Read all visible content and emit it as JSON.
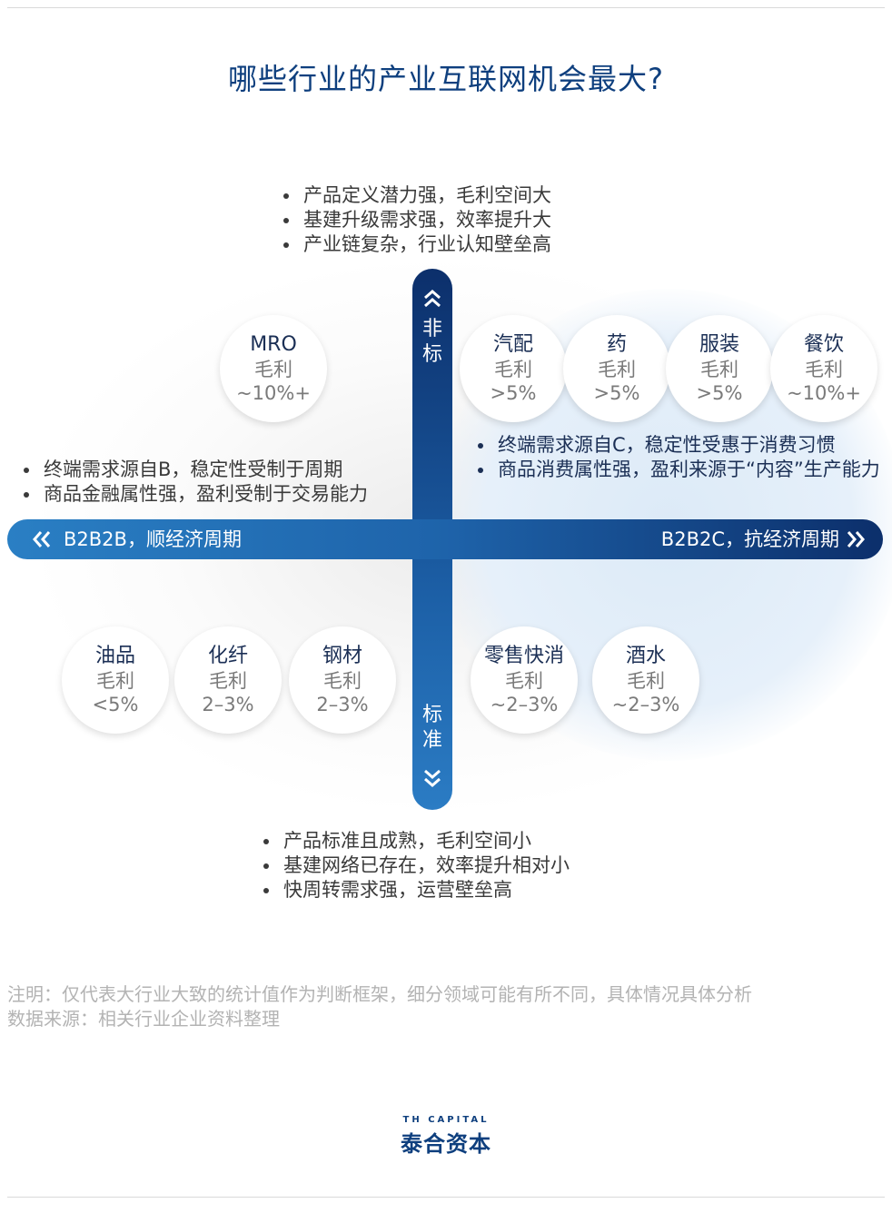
{
  "title": "哪些行业的产业互联网机会最大?",
  "axes": {
    "top": [
      "非",
      "标"
    ],
    "bottom": [
      "标",
      "准"
    ],
    "left": "B2B2B，顺经济周期",
    "right": "B2B2C，抗经济周期"
  },
  "top_bullets": [
    "产品定义潜力强，毛利空间大",
    "基建升级需求强，效率提升大",
    "产业链复杂，行业认知壁垒高"
  ],
  "bottom_bullets": [
    "产品标准且成熟，毛利空间小",
    "基建网络已存在，效率提升相对小",
    "快周转需求强，运营壁垒高"
  ],
  "left_bullets": [
    "终端需求源自B，稳定性受制于周期",
    "商品金融属性强，盈利受制于交易能力"
  ],
  "right_bullets": [
    "终端需求源自C，稳定性受惠于消费习惯",
    "商品消费属性强，盈利来源于“内容”生产能力"
  ],
  "industries": [
    {
      "name": "MRO",
      "label": "毛利",
      "margin": "~10%+"
    },
    {
      "name": "汽配",
      "label": "毛利",
      "margin": ">5%"
    },
    {
      "name": "药",
      "label": "毛利",
      "margin": ">5%"
    },
    {
      "name": "服装",
      "label": "毛利",
      "margin": ">5%"
    },
    {
      "name": "餐饮",
      "label": "毛利",
      "margin": "~10%+"
    },
    {
      "name": "油品",
      "label": "毛利",
      "margin": "<5%"
    },
    {
      "name": "化纤",
      "label": "毛利",
      "margin": "2–3%"
    },
    {
      "name": "钢材",
      "label": "毛利",
      "margin": "2–3%"
    },
    {
      "name": "零售快消",
      "label": "毛利",
      "margin": "~2–3%"
    },
    {
      "name": "酒水",
      "label": "毛利",
      "margin": "~2–3%"
    }
  ],
  "notes": {
    "note": "注明：仅代表大行业大致的统计值作为判断框架，细分领域可能有所不同，具体情况具体分析",
    "source": "数据来源：相关行业企业资料整理"
  },
  "logo": {
    "en": "TH CAPITAL",
    "cn": "泰合资本"
  },
  "colors": {
    "navy": "#0e3f7e",
    "bar_dark": "#0c2f6b",
    "bar_light": "#2a7fc4",
    "quadrant_tint": "#dceaf7"
  }
}
